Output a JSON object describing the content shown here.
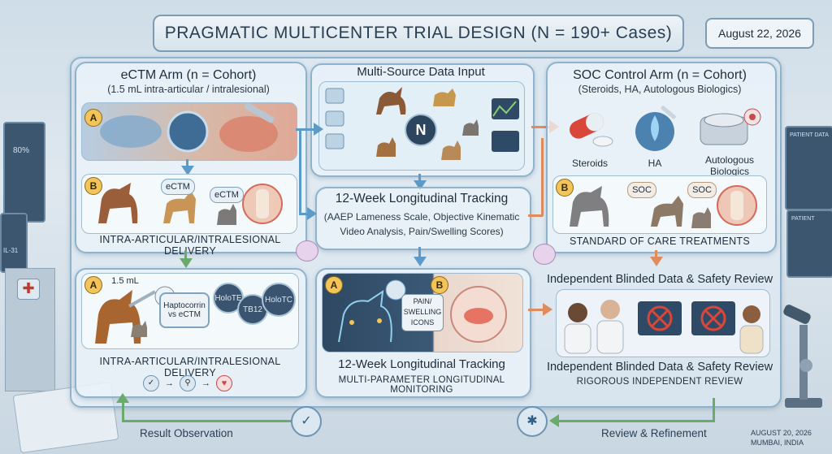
{
  "title": "PRAGMATIC MULTICENTER TRIAL DESIGN (N = 190+ Cases)",
  "date_top": "August 22, 2026",
  "left_arm": {
    "title": "eCTM Arm (n = Cohort)",
    "subtitle": "(1.5 mL intra-articular / intralesional)",
    "badge_a": "A",
    "badge_b": "B",
    "ectm_tag_1": "eCTM",
    "ectm_tag_2": "eCTM",
    "delivery_label": "INTRA-ARTICULAR/INTRALESIONAL DELIVERY"
  },
  "center": {
    "data_title": "Multi-Source Data Input",
    "n_label": "N",
    "tracking_title": "12-Week Longitudinal Tracking",
    "tracking_sub1": "(AAEP Lameness Scale, Objective Kinematic",
    "tracking_sub2": "Video Analysis, Pain/Swelling Scores)"
  },
  "right_arm": {
    "title": "SOC Control Arm (n = Cohort)",
    "subtitle": "(Steroids, HA, Autologous Biologics)",
    "item1": "Steroids",
    "item2": "HA",
    "item3a": "Autologous",
    "item3b": "Biologics",
    "badge_b": "B",
    "soc_tag_1": "SOC",
    "soc_tag_2": "SOC",
    "treat_label": "STANDARD OF CARE TREATMENTS"
  },
  "review_heading": "Independent Blinded Data & Safety Review",
  "bottom_left": {
    "badge": "A",
    "dose": "1.5 mL",
    "node1": "Haptocorrin vs eCTM",
    "node2": "HoloTE",
    "node3": "TB12",
    "node4": "HoloTC",
    "label": "INTRA-ARTICULAR/INTRALESIONAL DELIVERY"
  },
  "bottom_center": {
    "badge_a": "A",
    "badge_b": "B",
    "pain_tag1": "PAIN/",
    "pain_tag2": "SWELLING",
    "pain_tag3": "ICONS",
    "title": "12-Week Longitudinal Tracking",
    "sub": "MULTI-PARAMETER LONGITUDINAL MONITORING"
  },
  "bottom_right": {
    "title": "Independent Blinded Data & Safety Review",
    "sub": "RIGOROUS INDEPENDENT REVIEW"
  },
  "footer": {
    "left": "Result Observation",
    "right": "Review & Refinement",
    "date": "AUGUST 20, 2026",
    "place": "MUMBAI, INDIA"
  },
  "side_screens": {
    "left_pct": "80%",
    "left_code": "IL-31",
    "right_title": "PATIENT DATA",
    "right_title2": "PATIENT"
  },
  "colors": {
    "flow_blue": "#5c9ac8",
    "flow_orange": "#e08b5c",
    "flow_green": "#6aaa6a",
    "badge_gold": "#f2c45a"
  }
}
